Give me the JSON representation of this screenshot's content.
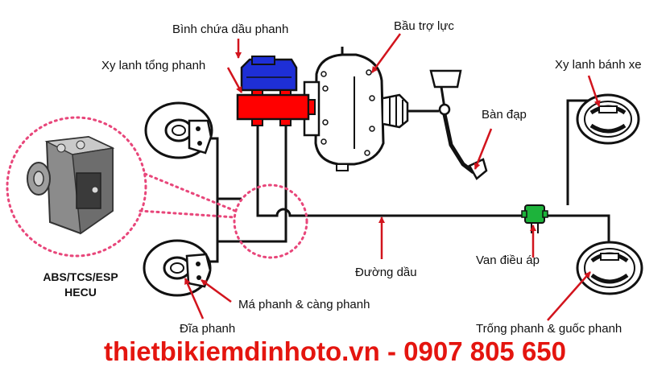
{
  "labels": {
    "reservoir": "Bình chứa dầu phanh",
    "booster": "Bầu trợ lực",
    "master_cylinder": "Xy lanh tổng phanh",
    "wheel_cylinder": "Xy lanh bánh xe",
    "pedal": "Bàn đạp",
    "hecu_line1": "ABS/TCS/ESP",
    "hecu_line2": "HECU",
    "brake_line": "Đường dầu",
    "pressure_valve": "Van điều áp",
    "caliper": "Má phanh & càng phanh",
    "disc": "Đĩa phanh",
    "drum": "Trống phanh & guốc phanh"
  },
  "footer": {
    "text": "thietbikiemdinhoto.vn - 0907 805 650"
  },
  "colors": {
    "footer": "#e4150f",
    "callout_ring": "#e8467a",
    "reservoir": "#1e2fd6",
    "master_cylinder": "#ff0000",
    "valve": "#1db33b",
    "arrow": "#d2141d",
    "line": "#111111"
  }
}
